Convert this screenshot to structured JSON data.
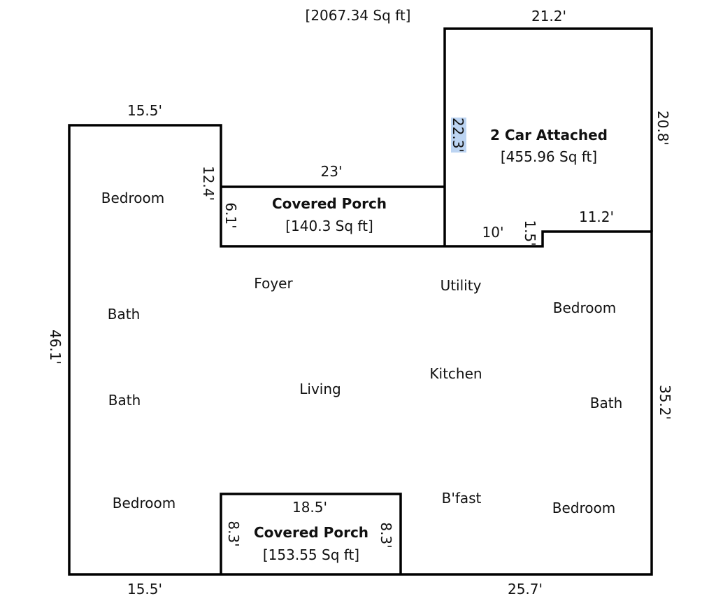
{
  "total_area": "[2067.34 Sq ft]",
  "colors": {
    "wall": "#000000",
    "text": "#111111",
    "highlight": "#bcd4f2"
  },
  "garage": {
    "title": "2 Car Attached",
    "area": "[455.96 Sq ft]"
  },
  "porch_top": {
    "title": "Covered Porch",
    "area": "[140.3 Sq ft]"
  },
  "porch_bottom": {
    "title": "Covered Porch",
    "area": "[153.55 Sq ft]"
  },
  "rooms": {
    "bedroom_nw": "Bedroom",
    "bath_w1": "Bath",
    "bath_w2": "Bath",
    "bedroom_sw": "Bedroom",
    "foyer": "Foyer",
    "living": "Living",
    "utility": "Utility",
    "kitchen": "Kitchen",
    "bfast": "B'fast",
    "bedroom_e": "Bedroom",
    "bath_e": "Bath",
    "bedroom_se": "Bedroom"
  },
  "dimensions": {
    "top_left_width": "15.5'",
    "left_notch_height": "12.4'",
    "porch_top_width": "23'",
    "porch_top_depth": "6.1'",
    "garage_width": "21.2'",
    "garage_inner_height": "22.3'",
    "garage_right_height": "20.8'",
    "garage_step_width": "10'",
    "garage_step_height": "1.5'",
    "garage_right_width": "11.2'",
    "left_height": "46.1'",
    "right_height": "35.2'",
    "bottom_left_width": "15.5'",
    "bottom_right_width": "25.7'",
    "porch_bottom_width": "18.5'",
    "porch_bottom_left_height": "8.3'",
    "porch_bottom_right_height": "8.3'"
  }
}
